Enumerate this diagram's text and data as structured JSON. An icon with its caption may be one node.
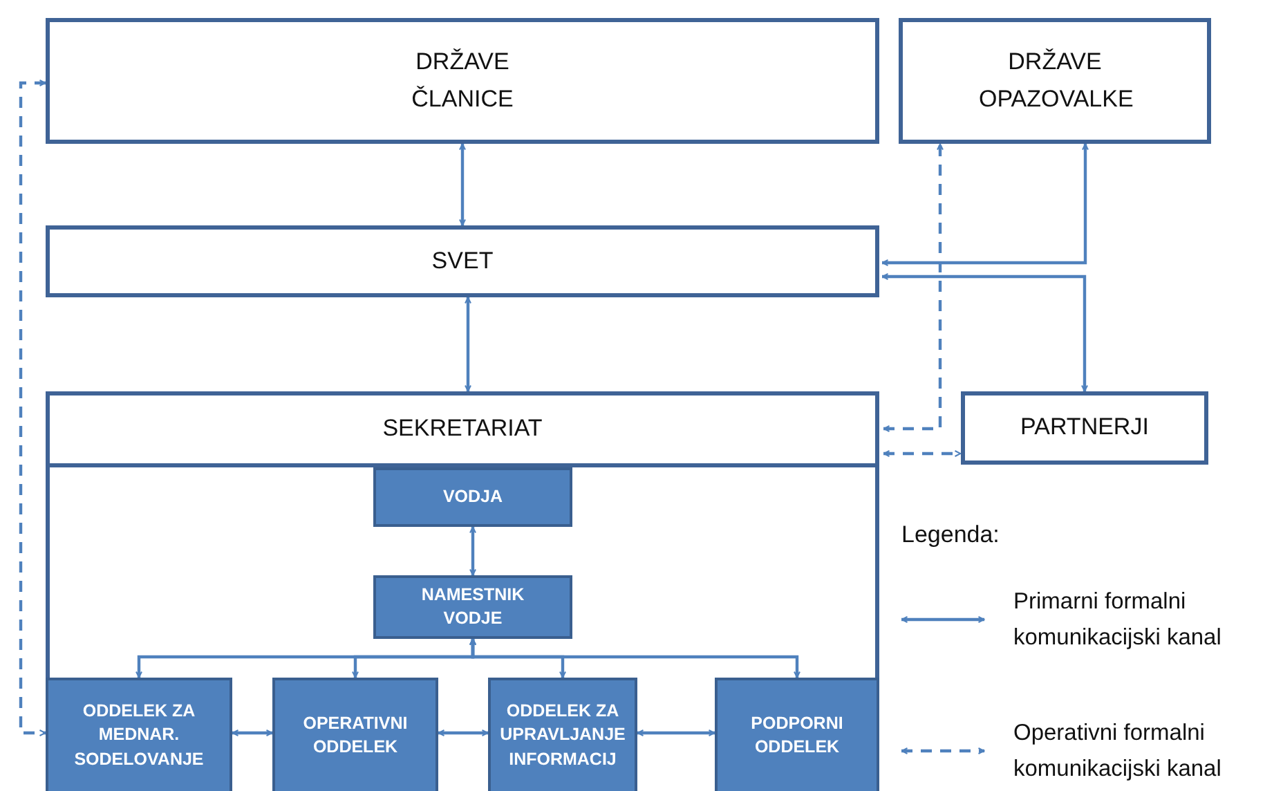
{
  "diagram": {
    "nodes": [
      {
        "text": [
          "DRŽAVE ČLANICE"
        ]
      },
      {
        "text": [
          "DRŽAVE OPAZOVALKE"
        ]
      },
      {
        "text": [
          "SVET"
        ]
      },
      {
        "text": [
          "SEKRETARIAT"
        ]
      },
      {
        "text": [
          "PARTNERJI"
        ]
      },
      {
        "text": [
          "VODJA"
        ],
        "in": 3
      },
      {
        "text": [
          "NAMESTNIK VODJE"
        ],
        "in": 3
      },
      {
        "text": [
          "ODDELEK ZA MEDNAR. SODELOVANJE"
        ],
        "in": 3
      },
      {
        "text": [
          "OPERATIVNI ODDELEK"
        ],
        "in": 3
      },
      {
        "text": [
          "ODDELEK ZA UPRAVLJANJE INFORMACIJ"
        ],
        "in": 3
      },
      {
        "text": [
          "PODPORNI ODDELEK"
        ],
        "in": 3
      }
    ],
    "edges": [
      {
        "from": 0,
        "to": 2,
        "arrow": "both"
      },
      {
        "from": 2,
        "to": 3,
        "arrow": "both"
      },
      {
        "from": 2,
        "to": 1,
        "arrow": "both"
      },
      {
        "from": 2,
        "to": 4,
        "arrow": "both"
      },
      {
        "from": 3,
        "to": 1,
        "arrow": "both",
        "style": "dashed"
      },
      {
        "from": 3,
        "to": 4,
        "arrow": "both",
        "style": "dashed"
      },
      {
        "from": 5,
        "to": 6,
        "arrow": "both"
      },
      {
        "from": 6,
        "to": 7,
        "arrow": "both"
      },
      {
        "from": 6,
        "to": 8,
        "arrow": "both"
      },
      {
        "from": 6,
        "to": 9,
        "arrow": "both"
      },
      {
        "from": 6,
        "to": 10,
        "arrow": "both"
      },
      {
        "from": 7,
        "to": 8,
        "arrow": "both"
      },
      {
        "from": 8,
        "to": 9,
        "arrow": "both"
      },
      {
        "from": 9,
        "to": 10,
        "arrow": "both"
      },
      {
        "from": 0,
        "to": 7,
        "arrow": "both",
        "style": "dashed"
      }
    ],
    "labels": [
      "Legenda:"
    ],
    "legend": [
      {
        "text": "Primarni formalni komunikacijski kanal"
      },
      {
        "text": "Operativni formalni komunikacijski kanal"
      }
    ]
  }
}
